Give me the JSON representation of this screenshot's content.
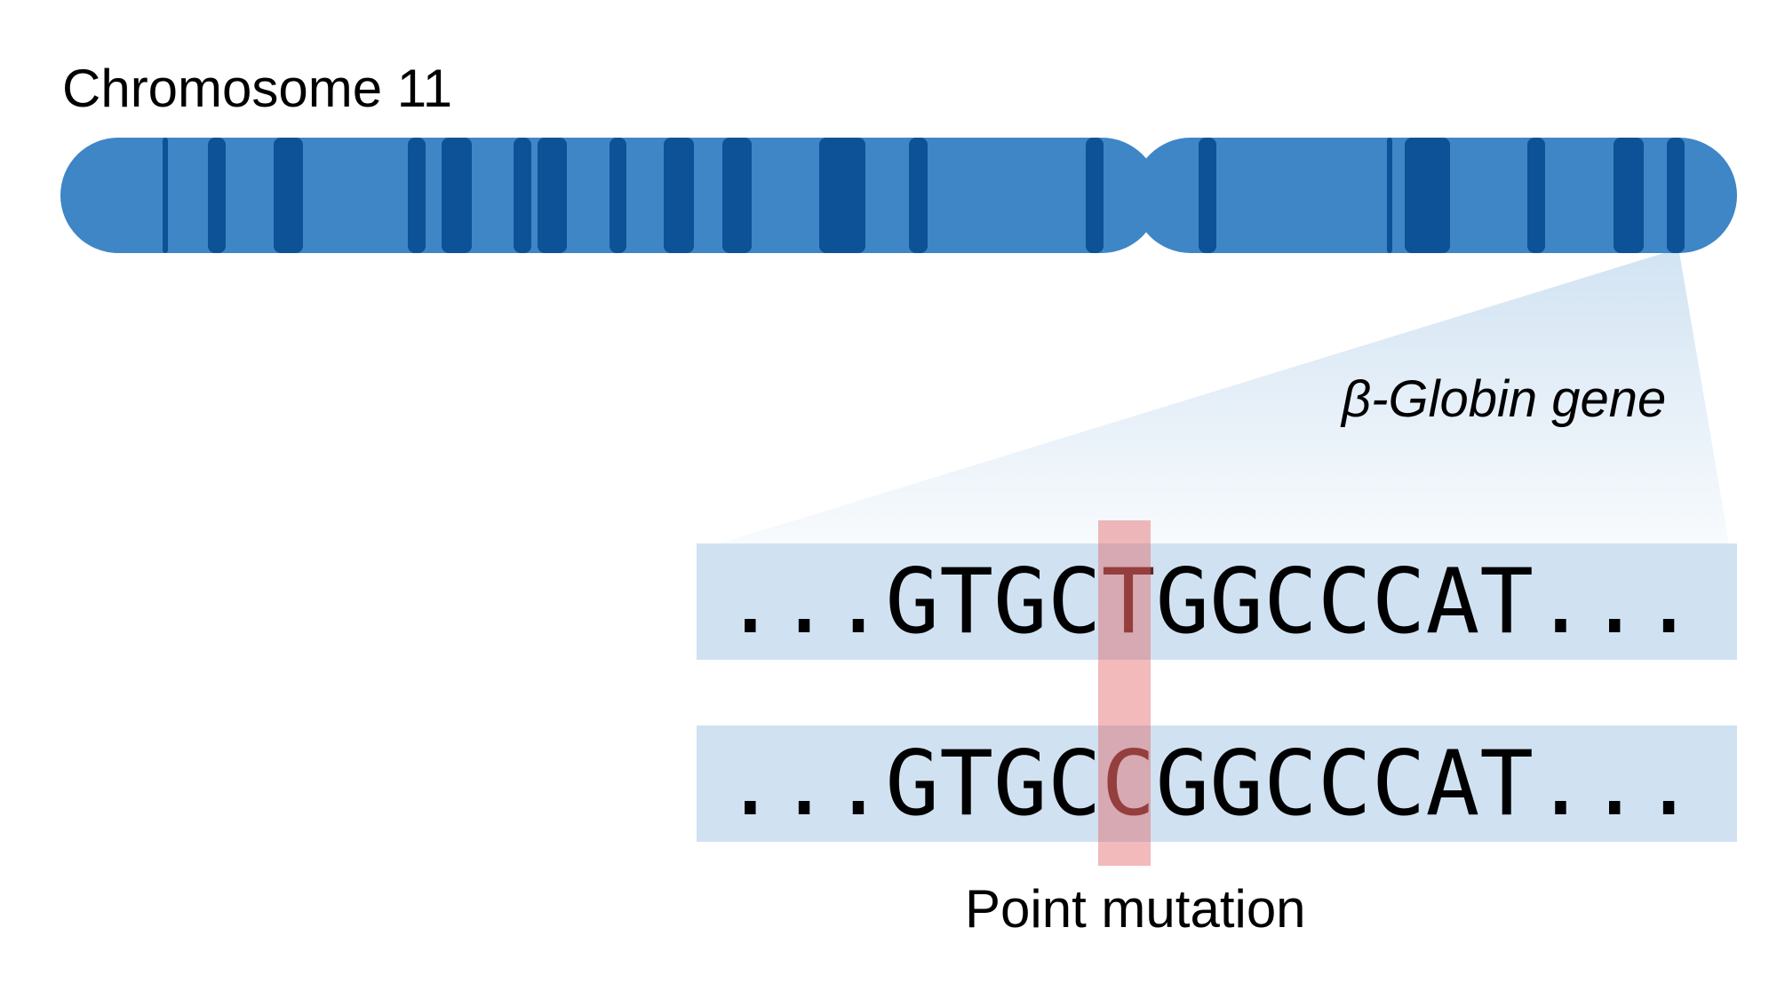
{
  "diagram": {
    "chromosome_label": "Chromosome 11",
    "gene_label": "β-Globin gene",
    "mutation_label": "Point mutation",
    "colors": {
      "chromosome": "#3e86c6",
      "band": "#0d5296",
      "zoom_wedge": "#d0e2f2",
      "sequence_box": "#d0e2f2",
      "mutation_highlight": "#e15a5a",
      "mutated_base": "#5e2a2a"
    },
    "sequences": [
      {
        "name": "reference",
        "prefix": "...",
        "before": "GTGC",
        "base": "T",
        "after": "GGCCCAT",
        "suffix": "..."
      },
      {
        "name": "mutant",
        "prefix": "...",
        "before": "GTGC",
        "base": "C",
        "after": "GGCCCAT",
        "suffix": "..."
      }
    ]
  }
}
